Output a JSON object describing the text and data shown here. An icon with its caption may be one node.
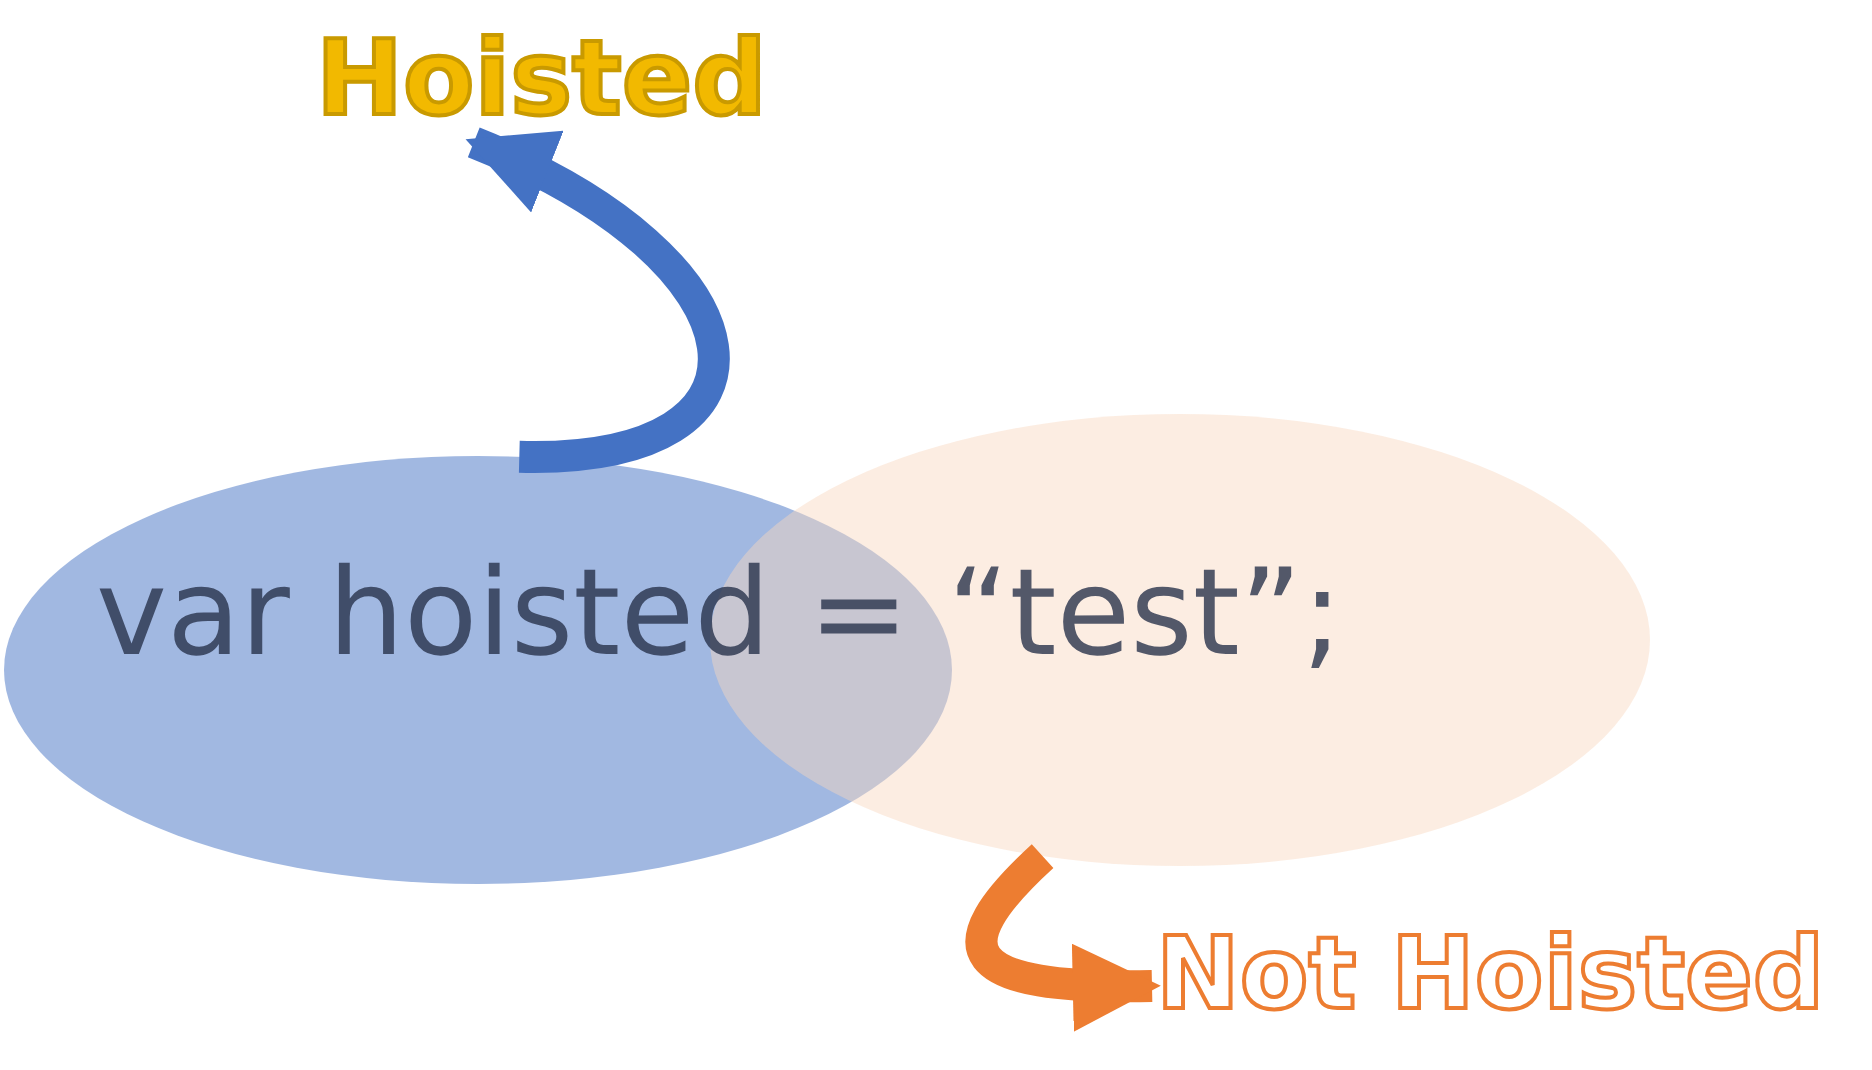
{
  "diagram": {
    "nodes": [
      {
        "text": [],
        "shape": "ellipse"
      },
      {
        "text": [],
        "shape": "ellipse"
      },
      {
        "text": [
          "Hoisted"
        ]
      },
      {
        "text": [
          "Not Hoisted"
        ]
      }
    ],
    "edges": [
      {
        "from": 0,
        "to": 2,
        "arrow": "to",
        "color": "#4472c4"
      },
      {
        "from": 1,
        "to": 3,
        "arrow": "to",
        "color": "#ed7d31"
      }
    ],
    "labels": [
      "var hoisted = “test”;"
    ]
  }
}
